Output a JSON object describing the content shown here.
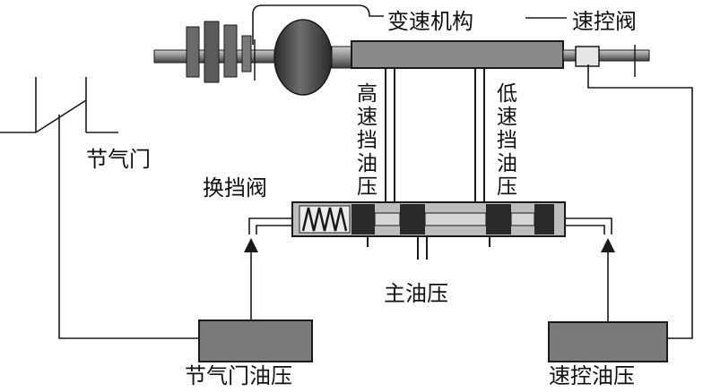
{
  "labels": {
    "transmission": "变速机构",
    "speed_valve": "速控阀",
    "throttle": "节气门",
    "shift_valve": "换挡阀",
    "high_gear_pressure": "高速挡油压",
    "low_gear_pressure": "低速挡油压",
    "main_pressure": "主油压",
    "throttle_pressure": "节气门油压",
    "speed_pressure": "速控油压"
  },
  "colors": {
    "line": "#1a1a1a",
    "body_gray": "#8a8a8a",
    "dark": "#3a3a3a",
    "box_fill": "#7a7a7a"
  }
}
